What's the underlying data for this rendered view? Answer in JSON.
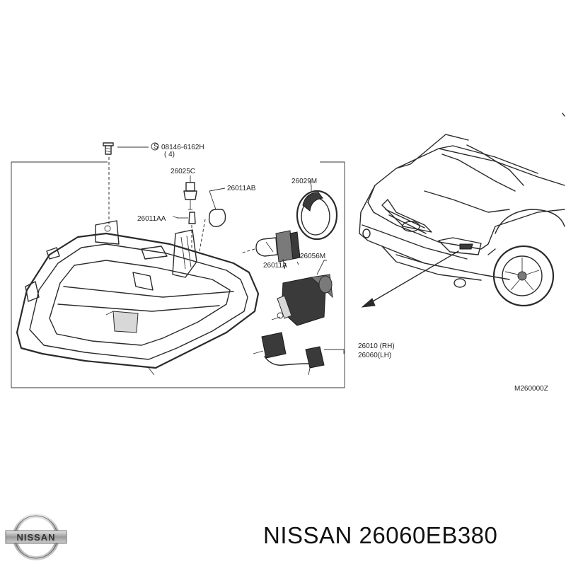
{
  "diagram": {
    "code": "M260000Z",
    "screw": {
      "part": "08146-6162H",
      "qty": "( 4)"
    },
    "labels": {
      "p26025C": "26025C",
      "p26011AB": "26011AB",
      "p26011AA": "26011AA",
      "p26029M": "26029M",
      "p26011A": "26011A",
      "p26056M": "26056M",
      "rh": "26010 (RH)",
      "lh": "26060(LH)"
    }
  },
  "footer": {
    "brand": "NISSAN",
    "part_number": "26060EB380",
    "logo_text": "NISSAN"
  },
  "colors": {
    "ink": "#2a2a2a",
    "background": "#ffffff"
  }
}
